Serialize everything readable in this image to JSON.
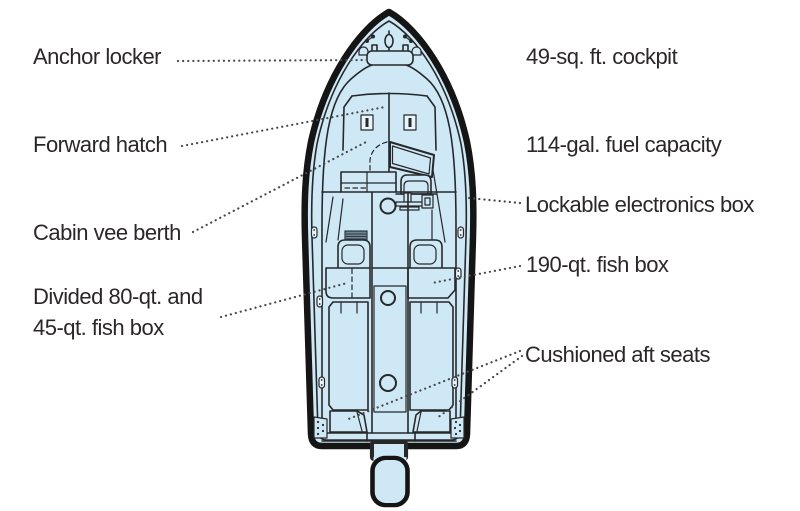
{
  "diagram_type": "boat deck plan with callouts",
  "colors": {
    "hull_fill": "#cfe8f6",
    "line": "#26282a",
    "outline": "#151515",
    "leader": "#4a4a4a",
    "text": "#2b2728"
  },
  "callouts": {
    "anchor_locker": "Anchor locker",
    "forward_hatch": "Forward hatch",
    "cabin_vee_berth": "Cabin vee berth",
    "divided_fish_box": {
      "line1": "Divided 80-qt. and",
      "line2": "45-qt. fish box"
    },
    "cockpit": "49-sq. ft. cockpit",
    "fuel_capacity": "114-gal. fuel capacity",
    "electronics_box": "Lockable electronics box",
    "fish_box_190": "190-qt. fish box",
    "aft_seats": "Cushioned aft seats"
  }
}
